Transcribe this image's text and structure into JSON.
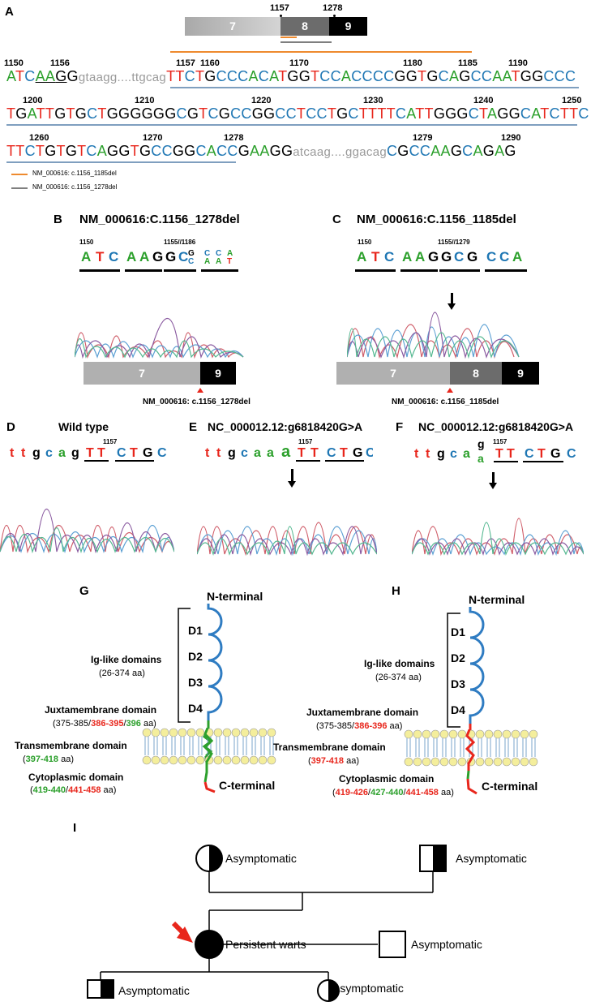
{
  "panels": {
    "A": "A",
    "B": "B",
    "C": "C",
    "D": "D",
    "E": "E",
    "F": "F",
    "G": "G",
    "H": "H",
    "I": "I"
  },
  "panelA": {
    "exon_labels": [
      "7",
      "8",
      "9"
    ],
    "top_nums": [
      "1157",
      "1278"
    ],
    "row1_nums": [
      "1150",
      "1156",
      "1157",
      "1160",
      "1170",
      "1180",
      "1185",
      "1190"
    ],
    "row2_nums": [
      "1200",
      "1210",
      "1220",
      "1230",
      "1240",
      "1250"
    ],
    "row3_nums": [
      "1260",
      "1270",
      "1278",
      "1279",
      "1290"
    ],
    "row1_seq": "ATCAAGGgtaagg....ttgcagTTCTGCCCACATGGTCCACCCCGGTGCAGCCAATGGCCC",
    "row2_seq": "TGATTGTGCTGGGGGGCGTCGCCGGCCTCCTGCTTTTCATTGGGCTAGGCATCTTC",
    "row3_seq": "TTCTGTGTCAGGTGCCGGCACCGAAGGatcaag....ggacagCGCCAAGCAGAG",
    "legend": [
      "NM_000616: c.1156_1185del",
      "NM_000616: c.1156_1278del"
    ],
    "colors": {
      "orange": "#ee8a2e",
      "gray": "#7f7f7f",
      "blue": "#2f7cc2"
    }
  },
  "panelB": {
    "title": "NM_000616:C.1156_1278del",
    "codon_pos": [
      "1150",
      "1155//1186"
    ],
    "codons": [
      "ATC",
      "AAG",
      "GC",
      "C/G",
      "CCA/AAT"
    ],
    "exons": [
      "7",
      "9"
    ],
    "caption": "NM_000616: c.1156_1278del"
  },
  "panelC": {
    "title": "NM_000616:C.1156_1185del",
    "codon_pos": [
      "1150",
      "1155//1279"
    ],
    "codons": [
      "ATC",
      "AAG",
      "GCG",
      "CCA"
    ],
    "exons": [
      "7",
      "8",
      "9"
    ],
    "caption": "NM_000616: c.1156_1185del"
  },
  "panelD": {
    "title": "Wild type",
    "pos": "1157",
    "seq": "ttgcagTTCTGC"
  },
  "panelE": {
    "title": "NC_000012.12:g6818420G>A",
    "pos": "1157",
    "seq": "ttgcaaTTCTGC"
  },
  "panelF": {
    "title": "NC_000012.12:g6818420G>A",
    "pos": "1157",
    "seq": "ttgcag/aTTCTGC"
  },
  "panelG": {
    "n_term": "N-terminal",
    "c_term": "C-terminal",
    "domains": [
      "D1",
      "D2",
      "D3",
      "D4"
    ],
    "ig_label": "Ig-like domains",
    "ig_range": "(26-374 aa)",
    "jm_label": "Juxtamembrane domain",
    "jm_range": [
      "(375-385/",
      "386-395",
      "/",
      "396",
      " aa)"
    ],
    "tm_label": "Transmembrane domain",
    "tm_range": [
      "(",
      "397-418",
      " aa)"
    ],
    "cyto_label": "Cytoplasmic domain",
    "cyto_range": [
      "(",
      "419-440",
      "/",
      "441-458",
      " aa)"
    ]
  },
  "panelH": {
    "n_term": "N-terminal",
    "c_term": "C-terminal",
    "domains": [
      "D1",
      "D2",
      "D3",
      "D4"
    ],
    "ig_label": "Ig-like domains",
    "ig_range": "(26-374 aa)",
    "jm_label": "Juxtamembrane domain",
    "jm_range": [
      "(375-385/",
      "386-396",
      " aa)"
    ],
    "tm_label": "Transmembrane domain",
    "tm_range": [
      "(",
      "397-418",
      " aa)"
    ],
    "cyto_label": "Cytoplasmic domain",
    "cyto_range": [
      "(",
      "419-426",
      "/",
      "427-440",
      "/",
      "441-458",
      " aa)"
    ]
  },
  "panelI": {
    "gf": "Asymptomatic",
    "gm": "Asymptomatic",
    "proband": "Persistent warts",
    "spouse": "Asymptomatic",
    "son": "Asymptomatic",
    "daughter": "Asymptomatic"
  }
}
